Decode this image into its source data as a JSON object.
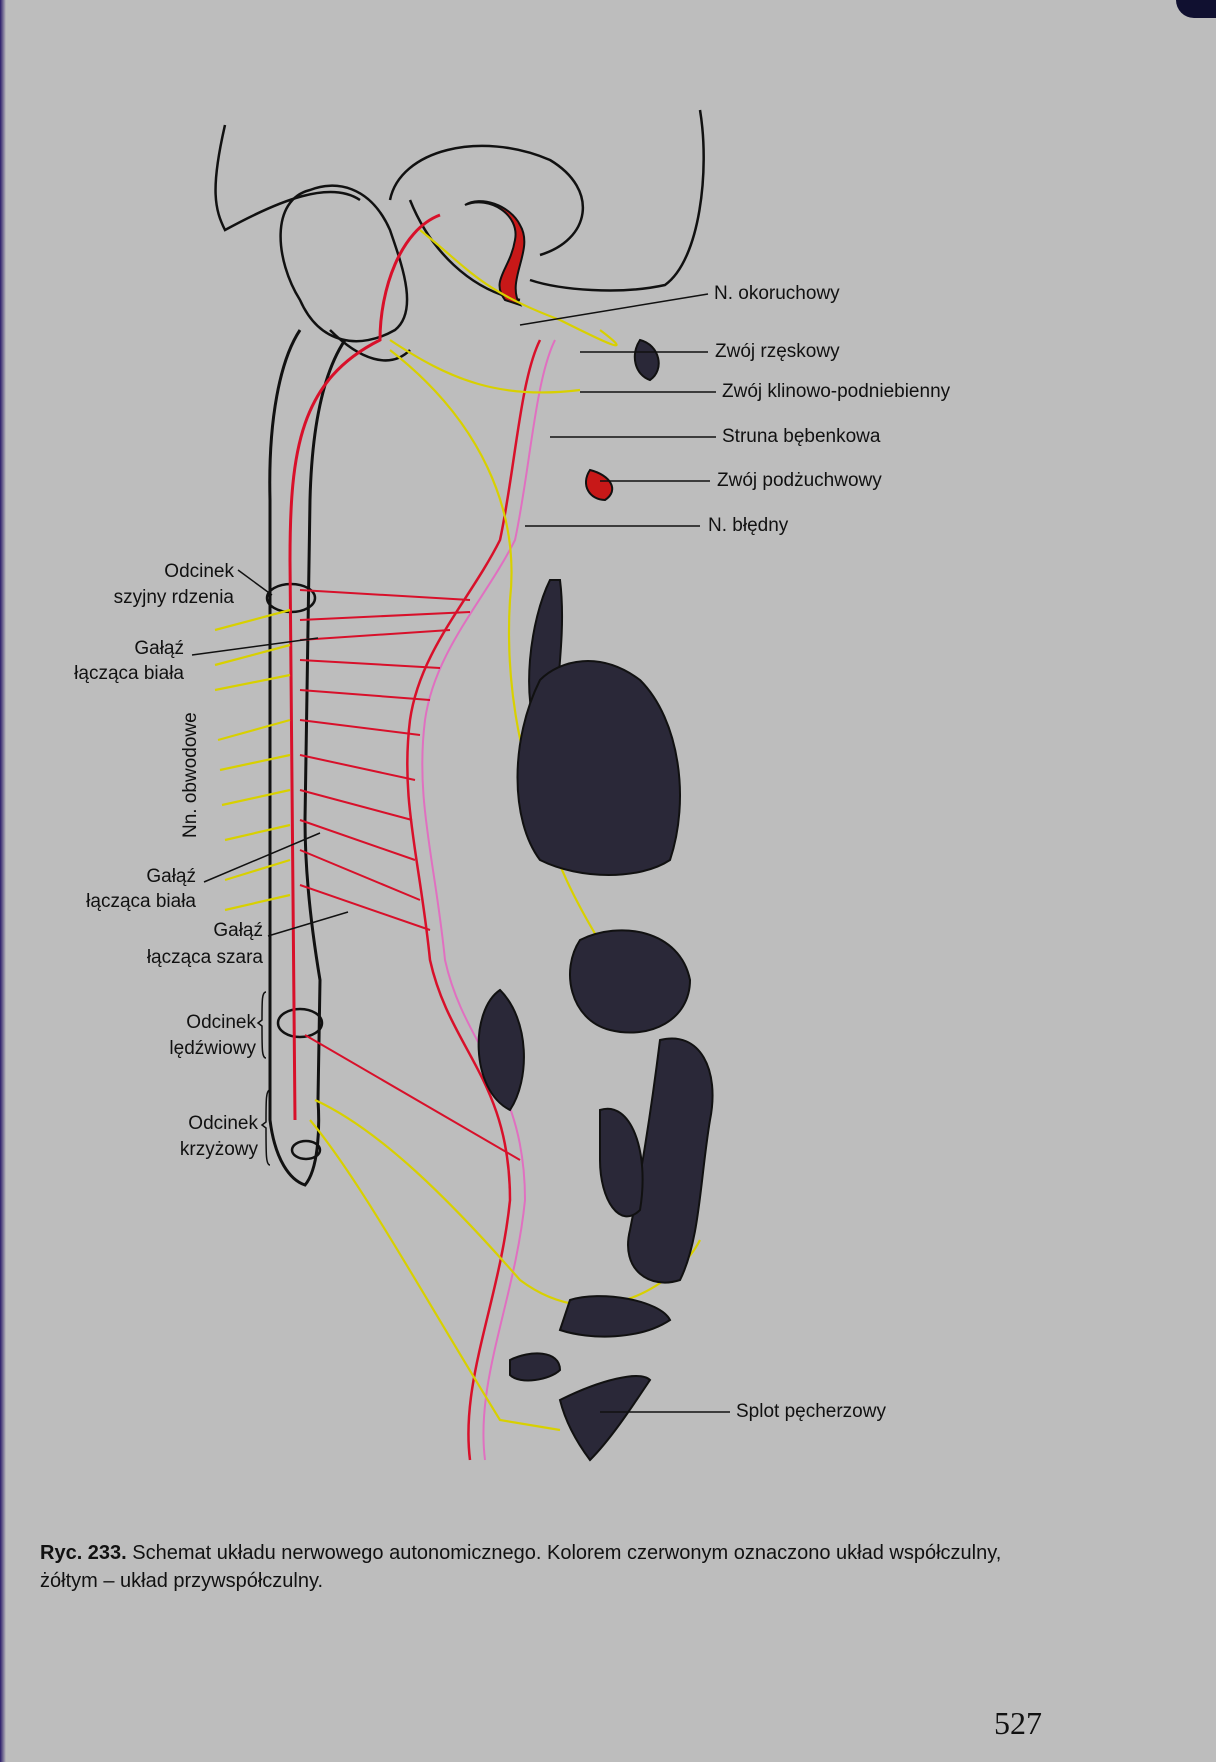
{
  "figure": {
    "labels_right": {
      "n_okoruchowy": "N. okoruchowy",
      "zwoj_rzeskowy": "Zwój rzęskowy",
      "zwoj_klinowo": "Zwój klinowo-podniebienny",
      "struna": "Struna bębenkowa",
      "zwoj_podzuchwowy": "Zwój podżuchwowy",
      "n_bledny": "N. błędny",
      "splot": "Splot pęcherzowy"
    },
    "labels_left": {
      "szyjny_1": "Odcinek",
      "szyjny_2": "szyjny rdzenia",
      "biala1_1": "Gałąź",
      "biala1_2": "łącząca biała",
      "obwodowe": "Nn. obwodowe",
      "biala2_1": "Gałąź",
      "biala2_2": "łącząca biała",
      "szara_1": "Gałąź",
      "szara_2": "łącząca szara",
      "ledzwiowy_1": "Odcinek",
      "ledzwiowy_2": "lędźwiowy",
      "krzyzowy_1": "Odcinek",
      "krzyzowy_2": "krzyżowy"
    },
    "colors": {
      "sympathetic": "#d8102a",
      "parasympathetic": "#d8d000",
      "outline": "#111111",
      "organ": "#2a2838"
    }
  },
  "caption": {
    "number": "Ryc. 233.",
    "text": "Schemat układu nerwowego autonomicznego. Kolorem czerwonym oznaczono układ współczulny, żółtym – układ przywspółczulny."
  },
  "page_number": "527"
}
